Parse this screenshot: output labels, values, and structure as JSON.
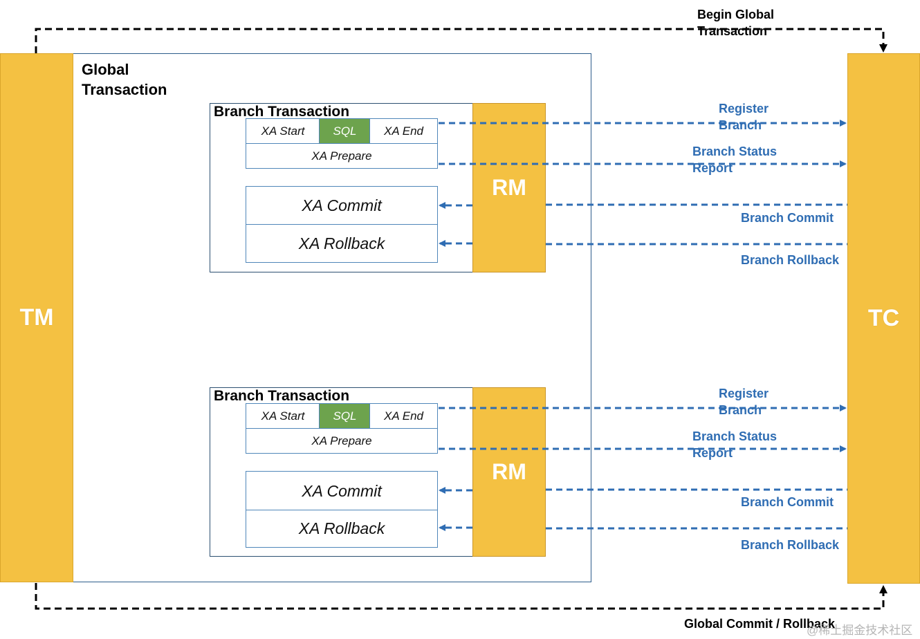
{
  "tm": {
    "label": "TM"
  },
  "tc": {
    "label": "TC"
  },
  "global_transaction": {
    "title_line1": "Global",
    "title_line2": "Transaction"
  },
  "top_label": {
    "line1": "Begin Global",
    "line2": "Transaction"
  },
  "bottom_label": "Global Commit / Rollback",
  "branches": [
    {
      "title": "Branch Transaction",
      "xa_start": "XA Start",
      "sql": "SQL",
      "xa_end": "XA End",
      "xa_prepare": "XA Prepare",
      "xa_commit": "XA Commit",
      "xa_rollback": "XA Rollback",
      "rm": "RM",
      "register_line1": "Register",
      "register_line2": "Branch",
      "status_line1": "Branch Status",
      "status_line2": "Report",
      "commit": "Branch Commit",
      "rollback": "Branch Rollback"
    },
    {
      "title": "Branch Transaction",
      "xa_start": "XA Start",
      "sql": "SQL",
      "xa_end": "XA End",
      "xa_prepare": "XA Prepare",
      "xa_commit": "XA Commit",
      "xa_rollback": "XA Rollback",
      "rm": "RM",
      "register_line1": "Register",
      "register_line2": "Branch",
      "status_line1": "Branch Status",
      "status_line2": "Report",
      "commit": "Branch Commit",
      "rollback": "Branch Rollback"
    }
  ],
  "watermark": "@稀土掘金技术社区",
  "colors": {
    "pillar": "#f4c142",
    "sql": "#6da34d",
    "arrow": "#2f6db3",
    "label_blue": "#2f6db3"
  }
}
